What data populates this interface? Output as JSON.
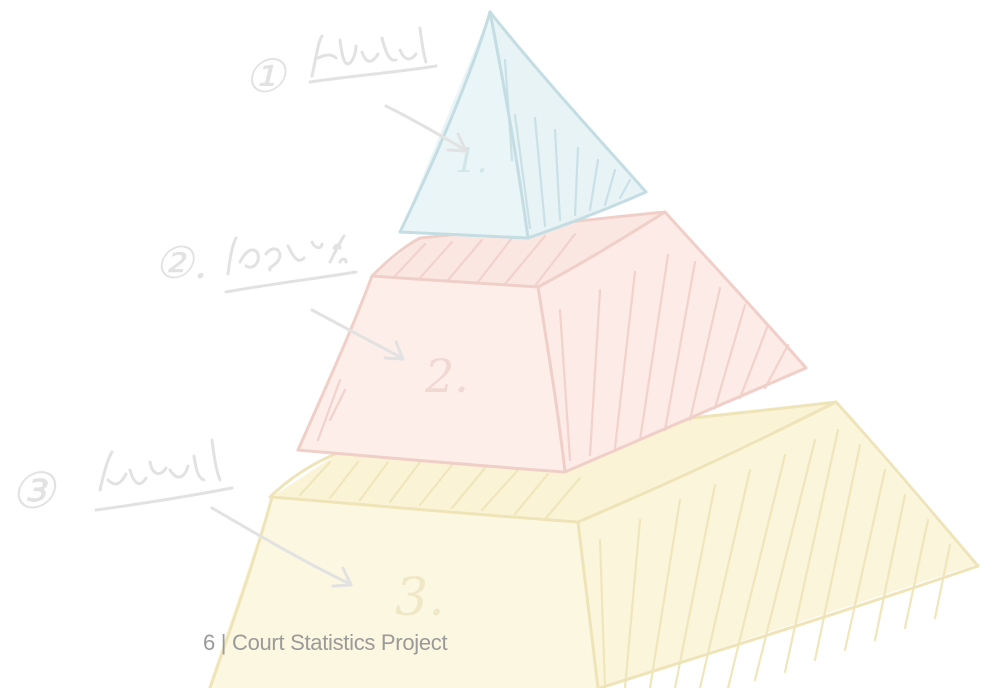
{
  "colors": {
    "tier_top": "#eaf5f7",
    "tier_middle": "#fdeeea",
    "tier_bottom": "#fcf7e0",
    "top_stroke": "#c9e1e6",
    "middle_stroke": "#f2d2cc",
    "bottom_stroke": "#f0e6bc",
    "sketch_gray": "#e4e4e4",
    "footer_text": "#9a9a9a"
  },
  "tiers": [
    {
      "number_label": "1.",
      "callout": "①"
    },
    {
      "number_label": "2.",
      "callout": "②."
    },
    {
      "number_label": "3.",
      "callout": "③"
    }
  ],
  "footer": {
    "text": "6 | Court Statistics Project"
  }
}
